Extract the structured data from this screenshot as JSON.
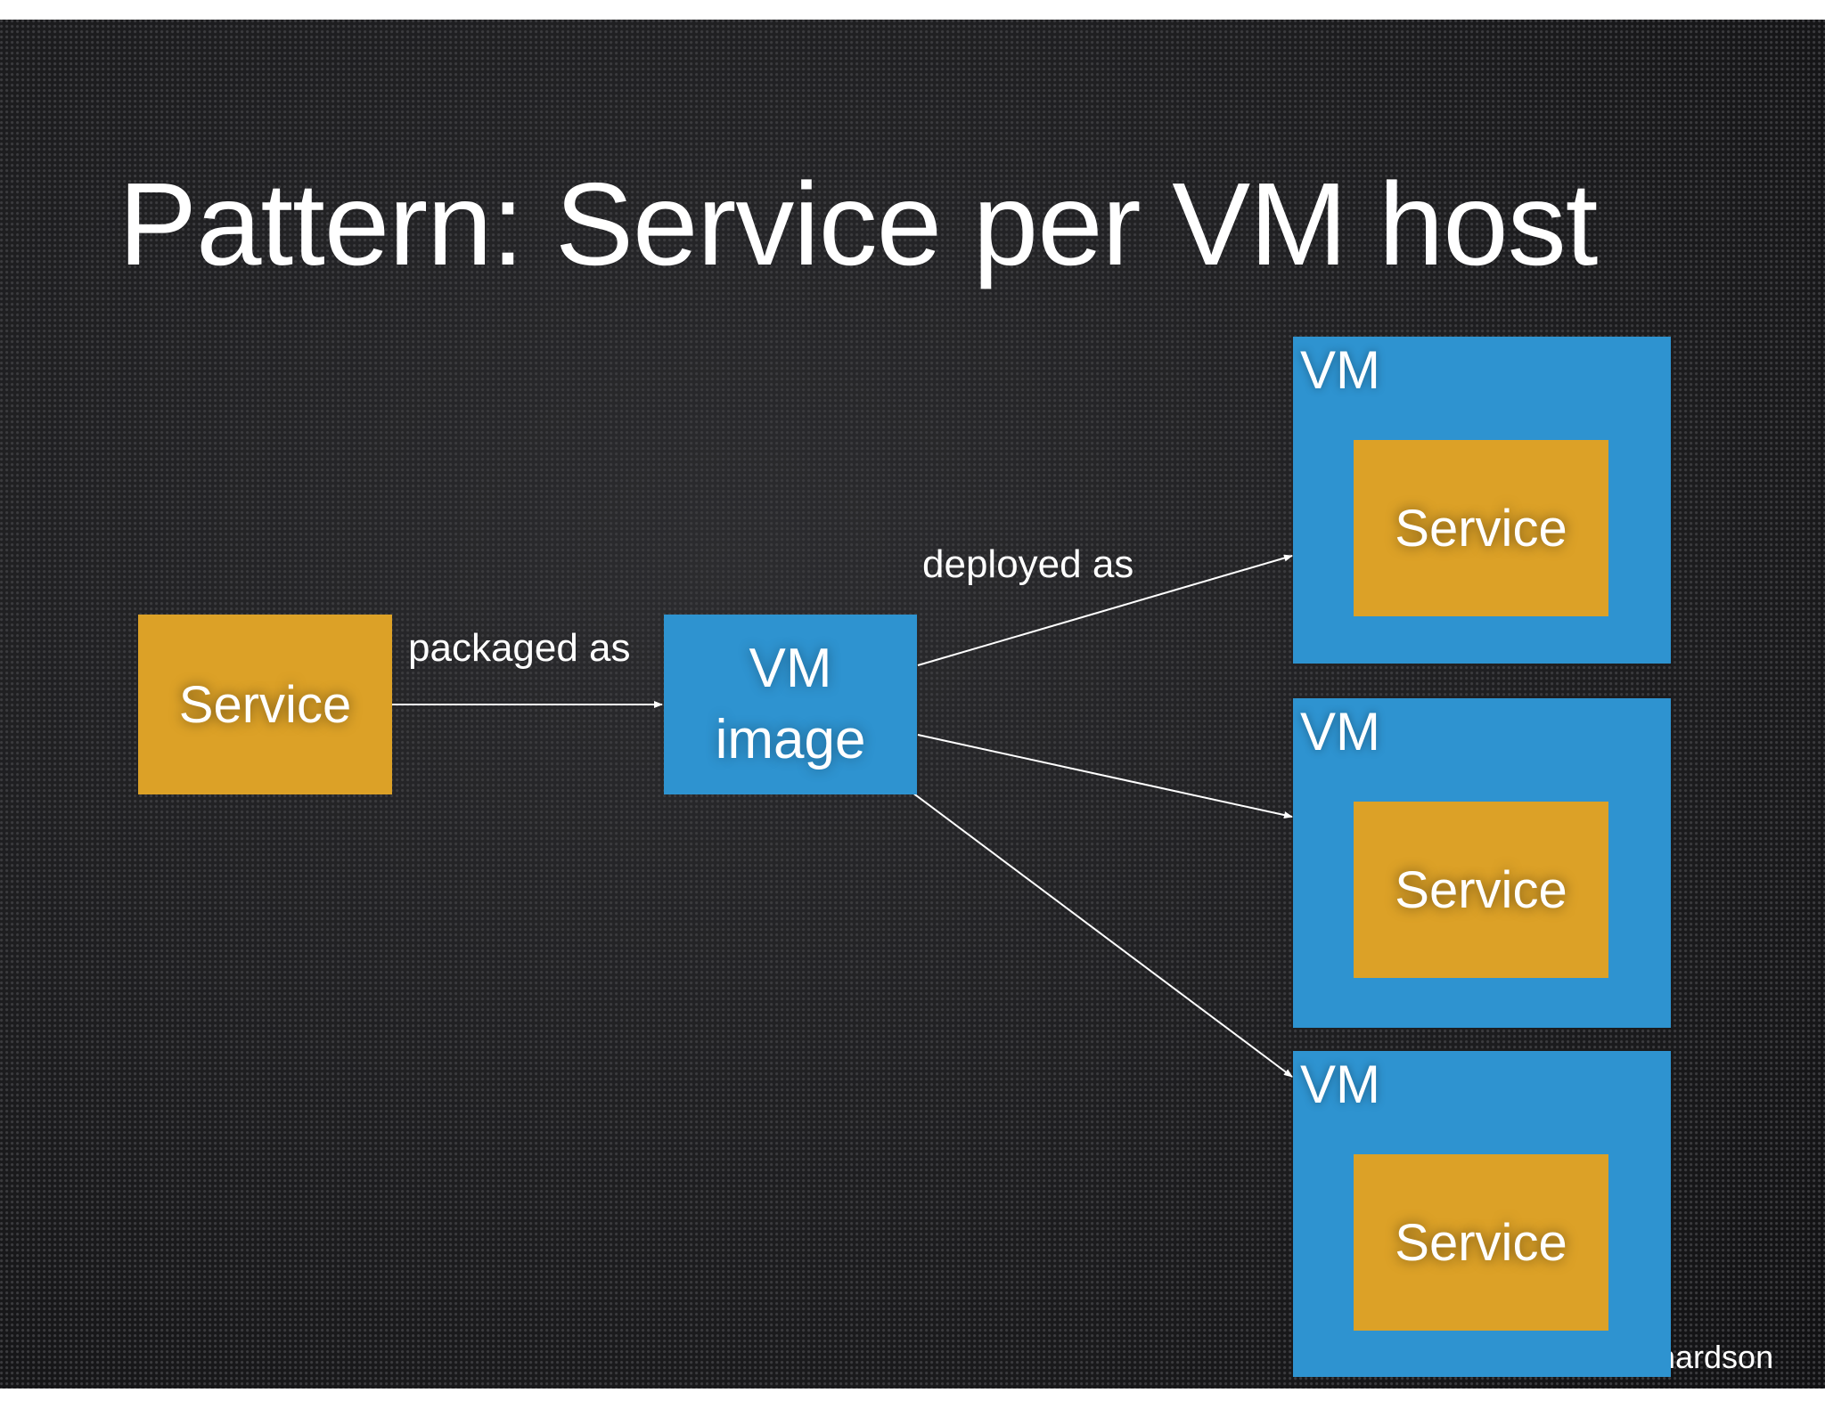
{
  "title": "Pattern: Service per VM host",
  "source": {
    "label": "Service"
  },
  "vm_image": {
    "line1": "VM",
    "line2": "image"
  },
  "edges": {
    "packaged_label": "packaged as",
    "deployed_label": "deployed as"
  },
  "vms": [
    {
      "label": "VM",
      "service_label": "Service"
    },
    {
      "label": "VM",
      "service_label": "Service"
    },
    {
      "label": "VM",
      "service_label": "Service"
    }
  ],
  "footer_text": "hardson",
  "colors": {
    "service": "#dca127",
    "vm": "#2e93d0",
    "background": "#1f1f21",
    "text": "#ffffff"
  }
}
